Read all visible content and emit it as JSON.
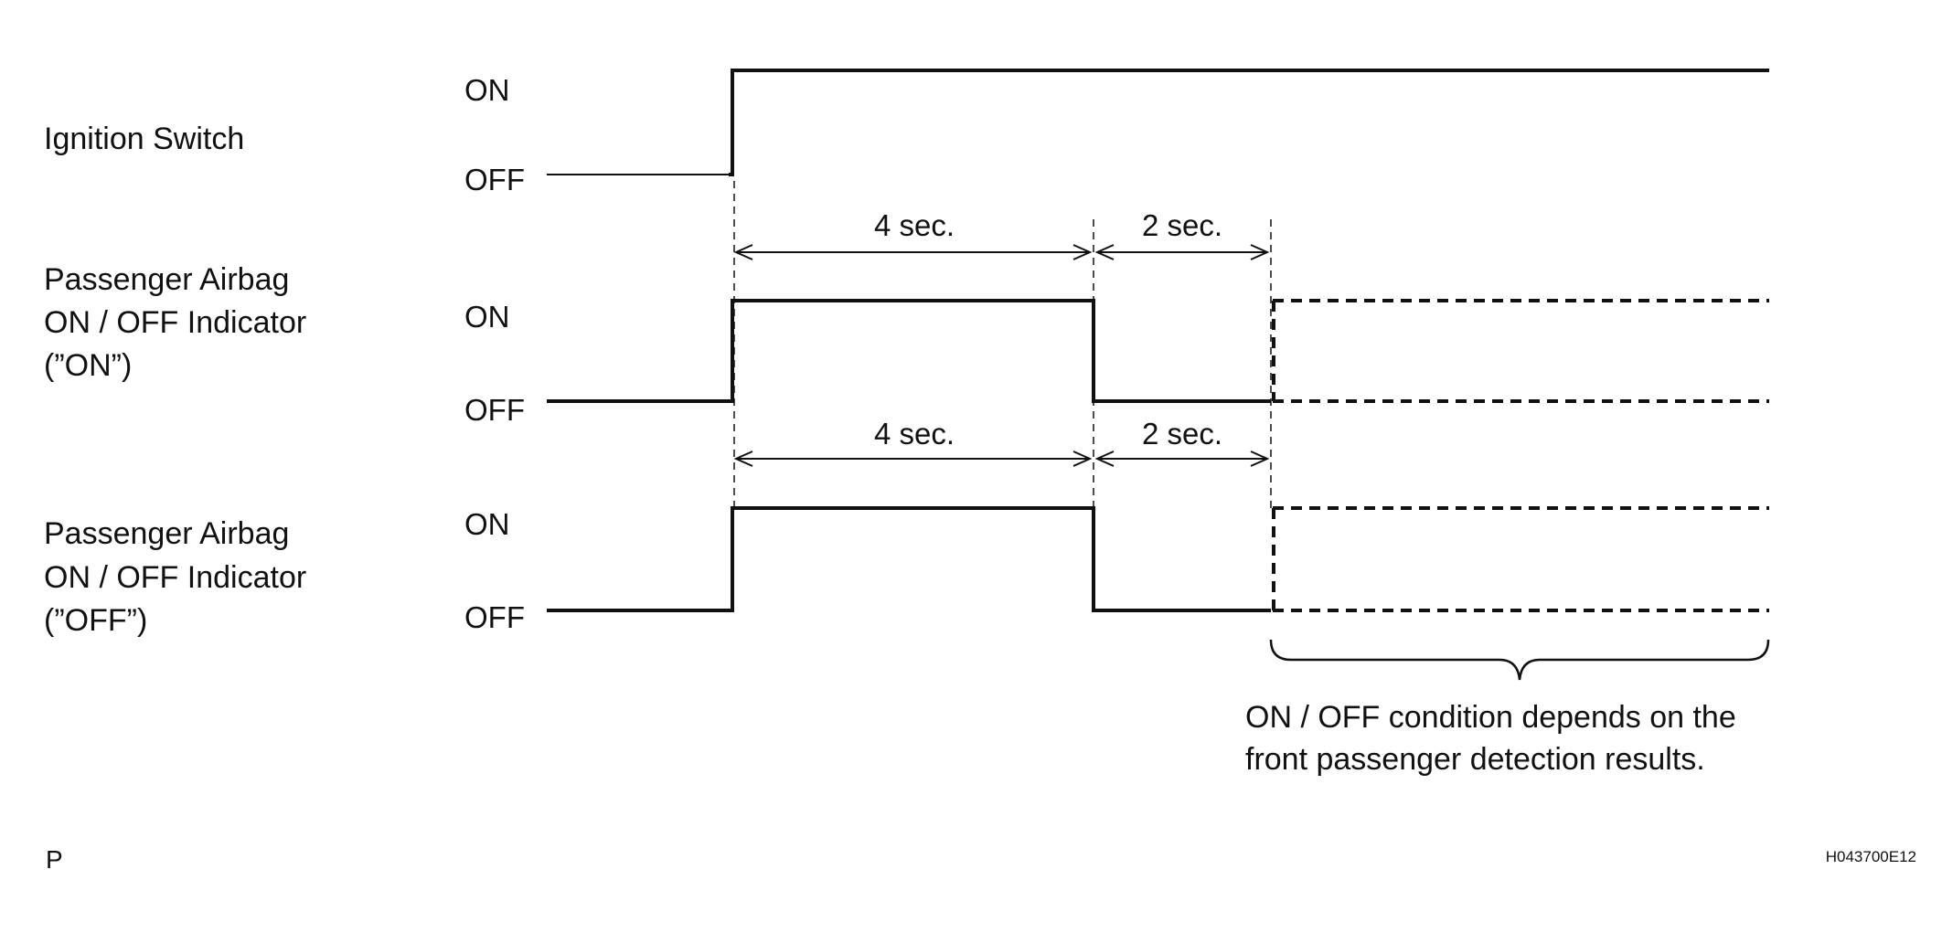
{
  "signals": [
    {
      "name": "Ignition Switch",
      "lines": [
        "Ignition Switch"
      ],
      "on_label": "ON",
      "off_label": "OFF"
    },
    {
      "name": "Passenger Airbag ON / OFF Indicator (\"ON\")",
      "lines": [
        "Passenger Airbag",
        "ON / OFF Indicator",
        "(”ON”)"
      ],
      "on_label": "ON",
      "off_label": "OFF"
    },
    {
      "name": "Passenger Airbag ON / OFF Indicator (\"OFF\")",
      "lines": [
        "Passenger Airbag",
        "ON / OFF Indicator",
        "(”OFF”)"
      ],
      "on_label": "ON",
      "off_label": "OFF"
    }
  ],
  "intervals": {
    "first": "4 sec.",
    "second": "2 sec."
  },
  "note": {
    "line1": "ON / OFF condition depends on the",
    "line2": "front passenger detection results."
  },
  "corner_mark": "P",
  "figure_code": "H043700E12"
}
